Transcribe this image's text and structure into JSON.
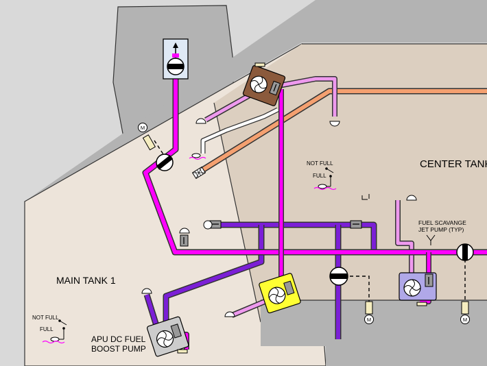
{
  "labels": {
    "center_tank": "CENTER TANK",
    "main_tank": "MAIN TANK 1",
    "apu_pump_line1": "APU DC FUEL",
    "apu_pump_line2": "BOOST PUMP",
    "scavenge_line1": "FUEL SCAVANGE",
    "scavenge_line2": "JET PUMP (TYP)",
    "not_full": "NOT FULL",
    "full": "FULL",
    "motor": "M"
  },
  "colors": {
    "background": "#d9d9d9",
    "nacelle": "#b3b3b3",
    "main_tank": "#ede4da",
    "center_tank": "#dccfc0",
    "feed_line": "#ff00ff",
    "crossfeed_line": "#7b1fd6",
    "scavenge_line": "#ee99ee",
    "apu_line": "#f4a070",
    "vent_line": "#ffffff"
  }
}
